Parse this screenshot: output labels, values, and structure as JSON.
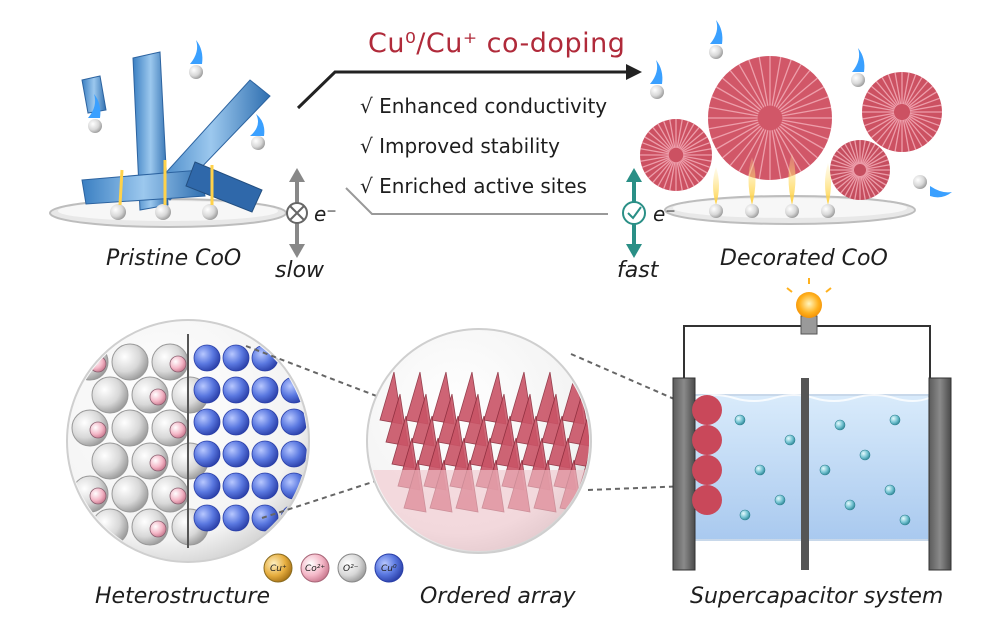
{
  "top": {
    "title": "Cu⁰/Cu⁺ co-doping",
    "benefits": [
      "√ Enhanced conductivity",
      "√ Improved stability",
      "√ Enriched active sites"
    ],
    "pristine_label": "Pristine CoO",
    "decorated_label": "Decorated CoO",
    "slow_label": "slow",
    "fast_label": "fast",
    "electron_symbol": "e⁻"
  },
  "bottom": {
    "heterostructure_label": "Heterostructure",
    "ordered_array_label": "Ordered array",
    "supercapacitor_label": "Supercapacitor system",
    "legend": [
      {
        "label": "Cu⁺",
        "color": "#e0a83a"
      },
      {
        "label": "Co²⁺",
        "color": "#f2b8c6"
      },
      {
        "label": "O²⁻",
        "color": "#e8e8e8"
      },
      {
        "label": "Cu⁰",
        "color": "#4f6fd8"
      }
    ]
  }
}
